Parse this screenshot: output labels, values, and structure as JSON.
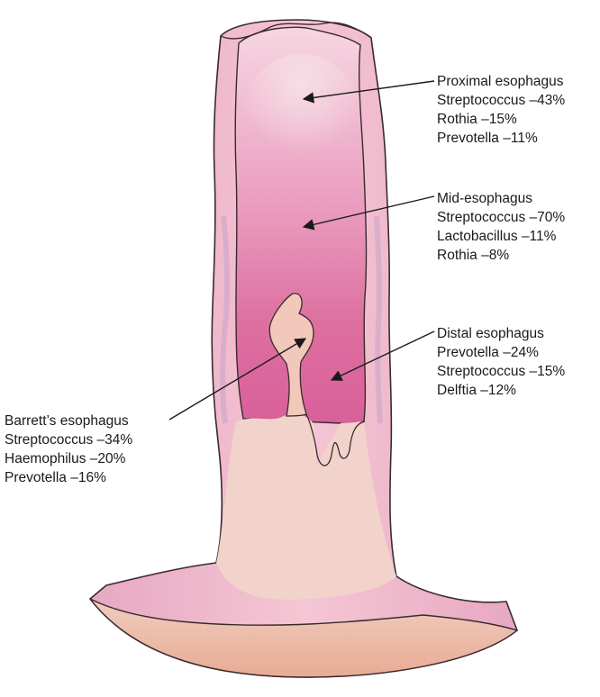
{
  "labels": {
    "proximal": {
      "title": "Proximal esophagus",
      "lines": [
        "Streptococcus –43%",
        "Rothia –15%",
        "Prevotella –11%"
      ]
    },
    "mid": {
      "title": "Mid-esophagus",
      "lines": [
        "Streptococcus –70%",
        "Lactobacillus –11%",
        "Rothia –8%"
      ]
    },
    "distal": {
      "title": "Distal esophagus",
      "lines": [
        "Prevotella –24%",
        "Streptococcus –15%",
        "Delftia –12%"
      ]
    },
    "barretts": {
      "title": "Barrett’s esophagus",
      "lines": [
        "Streptococcus –34%",
        "Haemophilus –20%",
        "Prevotella –16%"
      ]
    }
  },
  "colors": {
    "wall": "#f0bccd",
    "lumen_top": "#f3cbd8",
    "lumen_mid": "#e590b4",
    "lumen_distal": "#db6e9c",
    "barretts_tissue": "#f2cdbf",
    "stomach": "#efb6a2",
    "outline": "#3a2a2e",
    "side_stripe": "#c9a4c8"
  }
}
